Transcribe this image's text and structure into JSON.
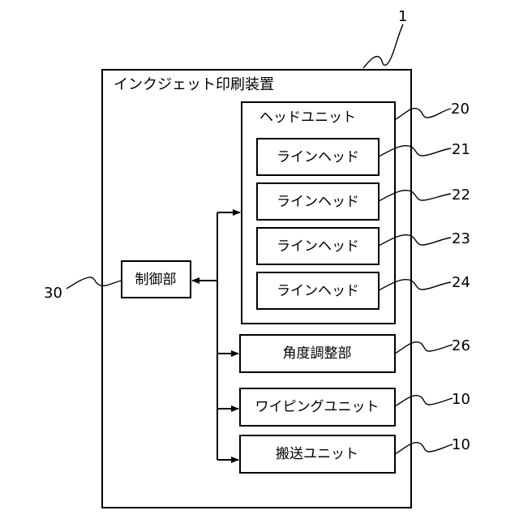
{
  "device": {
    "ref": "1",
    "title": "インクジェット印刷装置"
  },
  "head_unit": {
    "ref": "20",
    "title": "ヘッドユニット"
  },
  "line_heads": [
    {
      "label": "ラインヘッド",
      "ref": "21"
    },
    {
      "label": "ラインヘッド",
      "ref": "22"
    },
    {
      "label": "ラインヘッド",
      "ref": "23"
    },
    {
      "label": "ラインヘッド",
      "ref": "24"
    }
  ],
  "controller": {
    "label": "制御部",
    "ref": "30"
  },
  "angle_adjuster": {
    "label": "角度調整部",
    "ref": "26"
  },
  "wiping_unit": {
    "label": "ワイピングユニット",
    "ref": "10"
  },
  "transport_unit": {
    "label": "搬送ユニット",
    "ref": "10"
  }
}
